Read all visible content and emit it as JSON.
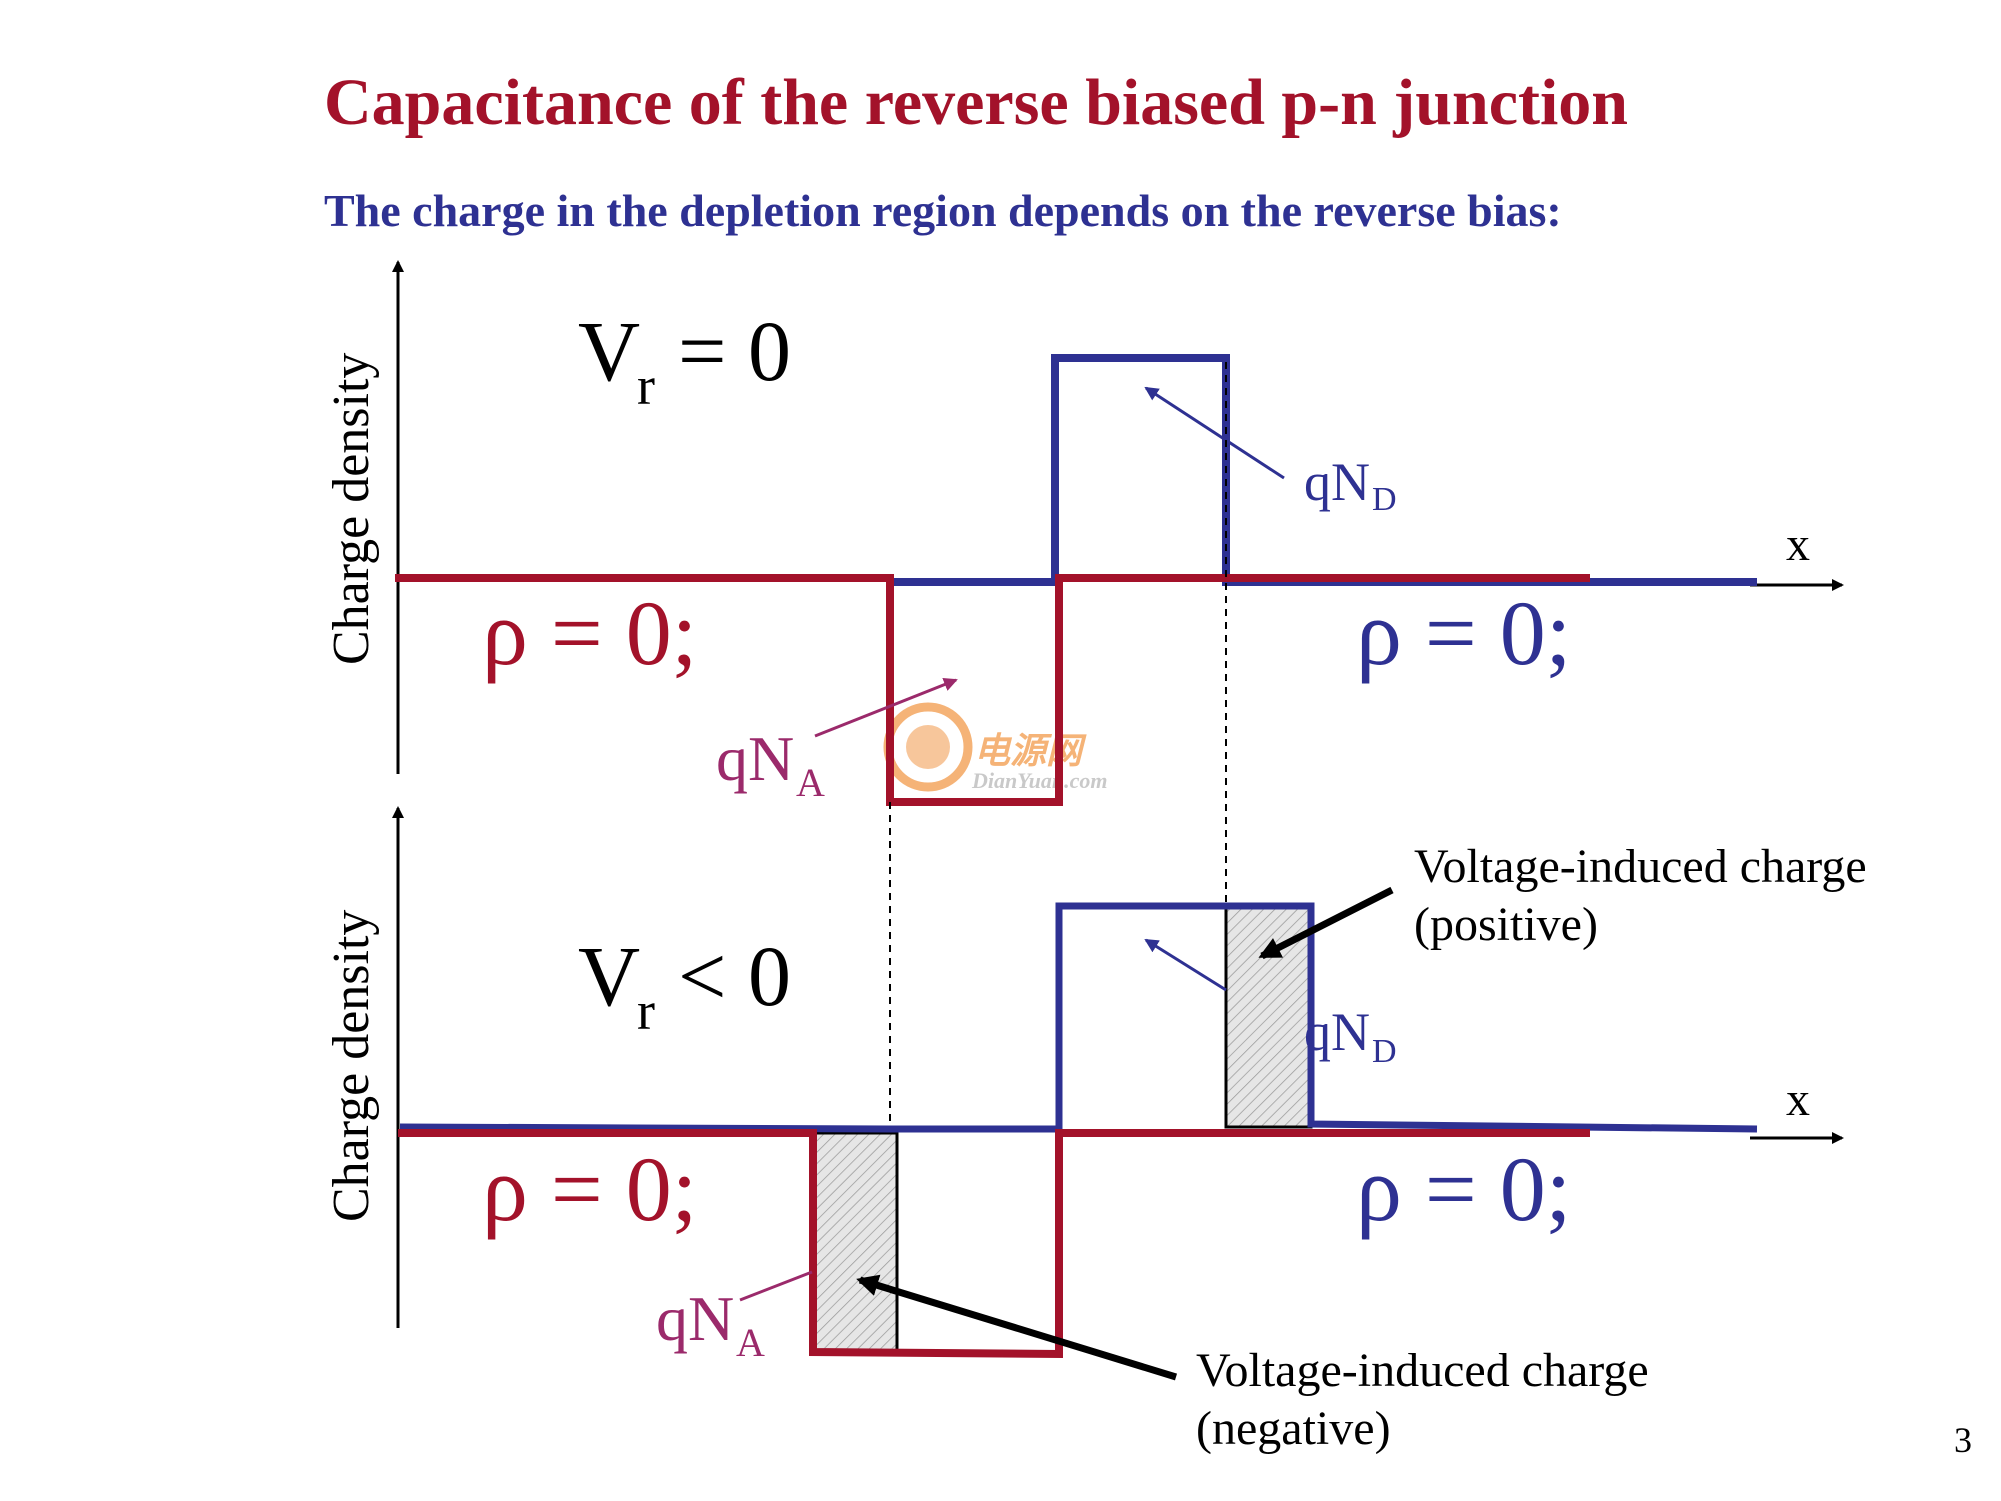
{
  "title": "Capacitance of the reverse biased p-n junction",
  "subtitle": "The charge in the depletion region depends on the reverse bias:",
  "page_number": "3",
  "watermark": {
    "chinese": "电源网",
    "latin": "DianYuan.com"
  },
  "top_panel": {
    "y_axis_label": "Charge density",
    "x_axis_label": "x",
    "bias_symbol": "V",
    "bias_subscript": "r",
    "bias_relation": "= 0",
    "rho_left": "ρ = 0;",
    "rho_right": "ρ = 0;",
    "donor_label_main": "qN",
    "donor_label_sub": "D",
    "acceptor_label_main": "qN",
    "acceptor_label_sub": "A"
  },
  "bottom_panel": {
    "y_axis_label": "Charge density",
    "x_axis_label": "x",
    "bias_symbol": "V",
    "bias_subscript": "r",
    "bias_relation": "< 0",
    "rho_left": "ρ = 0;",
    "rho_right": "ρ = 0;",
    "donor_label_main": "qN",
    "donor_label_sub": "D",
    "acceptor_label_main": "qN",
    "acceptor_label_sub": "A",
    "positive_note_line1": "Voltage-induced charge",
    "positive_note_line2": "(positive)",
    "negative_note_line1": "Voltage-induced charge",
    "negative_note_line2": "(negative)"
  },
  "colors": {
    "p_side": "#a3122a",
    "n_side": "#2e3192",
    "label_purple": "#9b2a6b",
    "hatch_fill": "#e6e6e6"
  }
}
